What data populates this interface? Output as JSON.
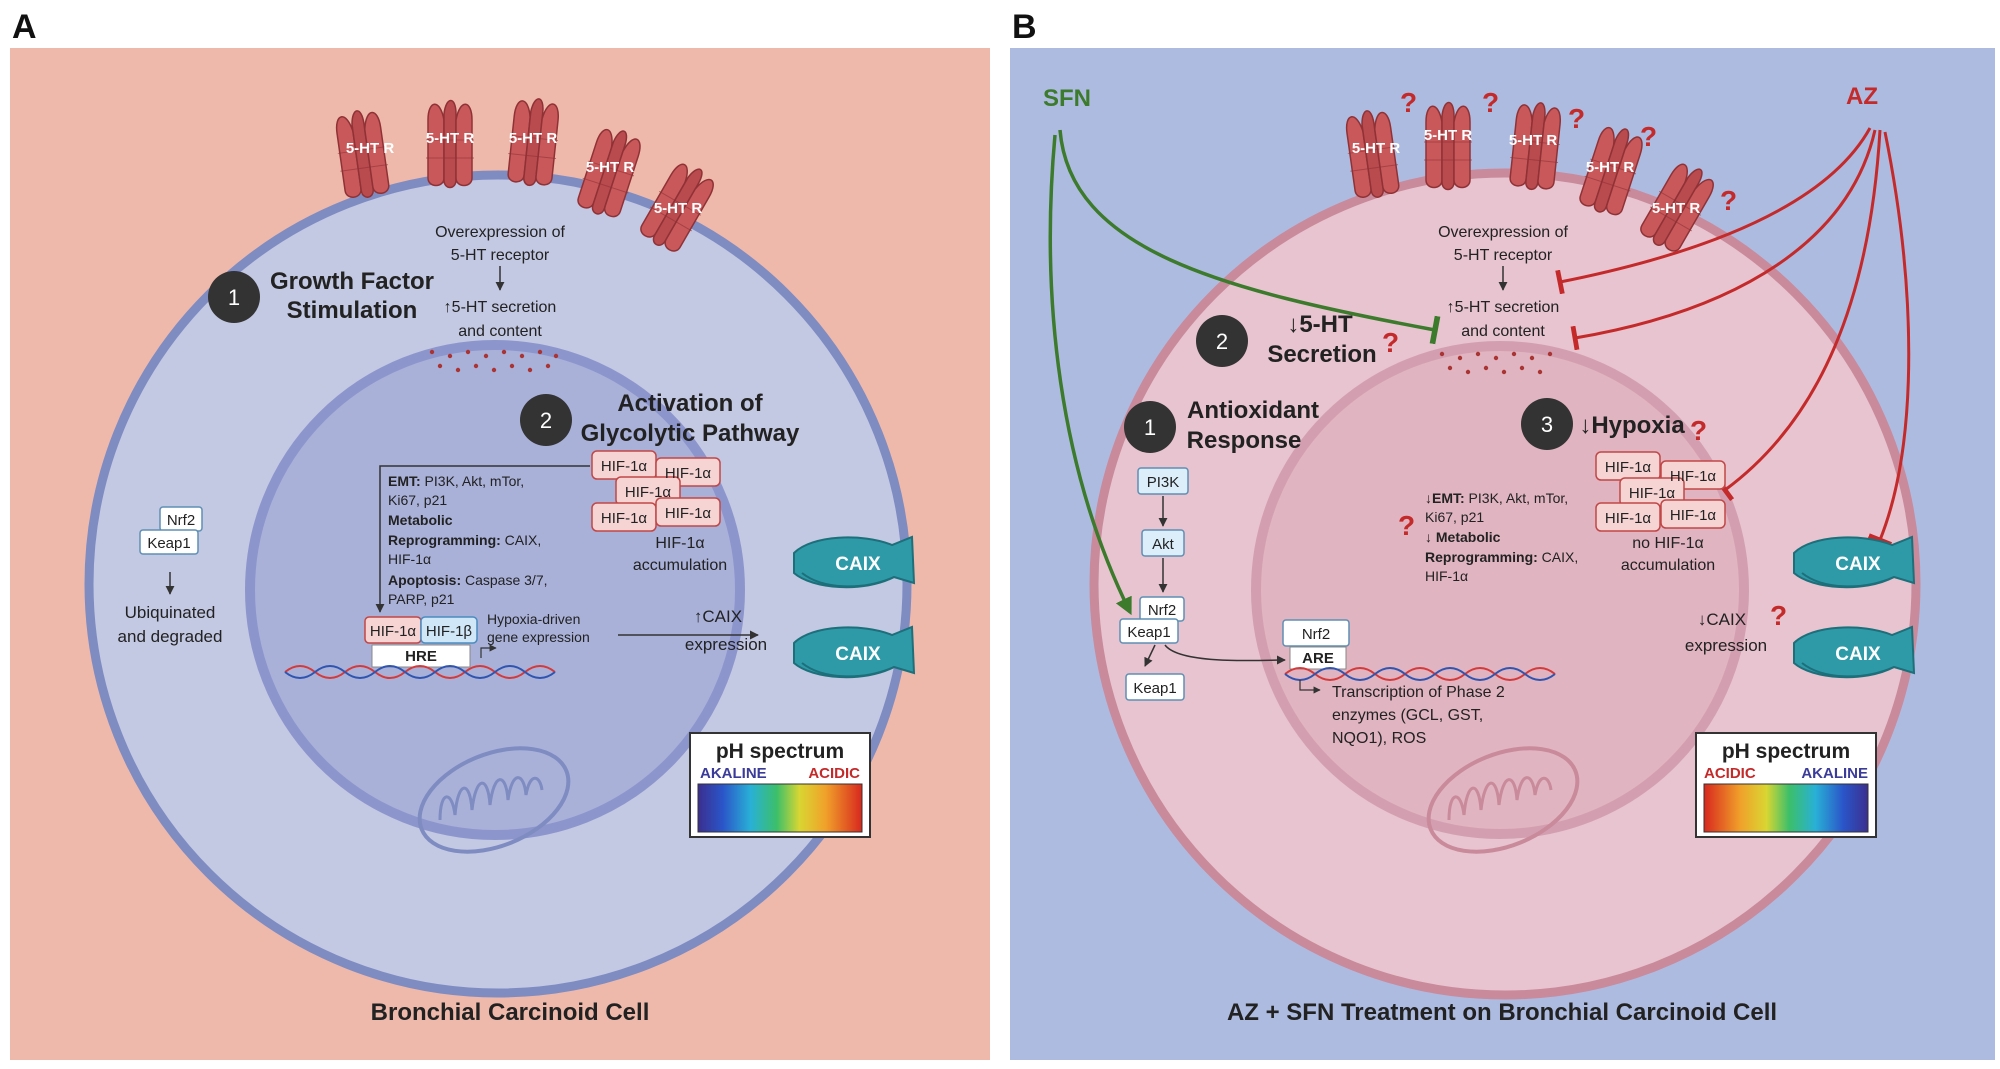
{
  "panelA": {
    "letter": "A",
    "receptor_label": "5-HT R",
    "overexpression_line1": "Overexpression of",
    "overexpression_line2": "5-HT receptor",
    "step1_num": "1",
    "step1_line1": "Growth Factor",
    "step1_line2": "Stimulation",
    "secretion_line1": "↑5-HT secretion",
    "secretion_line2": "and content",
    "step2_num": "2",
    "step2_line1": "Activation of",
    "step2_line2": "Glycolytic Pathway",
    "hif1a": "HIF-1α",
    "hif1b": "HIF-1β",
    "accumulation": "HIF-1α",
    "accumulation_line2": "accumulation",
    "emt_head": "EMT:",
    "emt_text": " PI3K, Akt, mTor,",
    "emt_line2": "Ki67, p21",
    "metabolic_line1": "Metabolic",
    "metabolic_line2": "Reprogramming:",
    "metabolic_text": " CAIX,",
    "metabolic_line3": "HIF-1α",
    "apoptosis_head": "Apoptosis:",
    "apoptosis_text": " Caspase 3/7,",
    "apoptosis_line2": "PARP, p21",
    "nrf2": "Nrf2",
    "keap1": "Keap1",
    "ubiq_line1": "Ubiquinated",
    "ubiq_line2": "and degraded",
    "hre": "HRE",
    "hypoxia_line1": "Hypoxia-driven",
    "hypoxia_line2": "gene expression",
    "caix_expr_line1": "↑CAIX",
    "caix_expr_line2": "expression",
    "caix": "CAIX",
    "ph_title": "pH spectrum",
    "ph_left": "AKALINE",
    "ph_right": "ACIDIC",
    "cell_title": "Bronchial Carcinoid Cell"
  },
  "panelB": {
    "letter": "B",
    "sfn": "SFN",
    "az": "AZ",
    "receptor_label": "5-HT R",
    "question": "?",
    "overexpression_line1": "Overexpression of",
    "overexpression_line2": "5-HT receptor",
    "secretion_line1": "↑5-HT secretion",
    "secretion_line2": "and content",
    "step2_num": "2",
    "step2_line1": "↓5-HT",
    "step2_line2": "Secretion",
    "step1_num": "1",
    "step1_line1": "Antioxidant",
    "step1_line2": "Response",
    "step3_num": "3",
    "step3_label": "↓Hypoxia",
    "pi3k": "PI3K",
    "akt": "Akt",
    "nrf2": "Nrf2",
    "keap1": "Keap1",
    "are": "ARE",
    "transcription_line1": "Transcription of Phase 2",
    "transcription_line2": "enzymes (GCL, GST,",
    "transcription_line3": "NQO1), ROS",
    "emt_head": "↓EMT:",
    "emt_text": " PI3K, Akt, mTor,",
    "emt_line2": "Ki67, p21",
    "metabolic_head": "↓ Metabolic",
    "metabolic_line2": "Reprogramming:",
    "metabolic_text": " CAIX,",
    "metabolic_line3": "HIF-1α",
    "hif1a": "HIF-1α",
    "no_accum_line1": "no HIF-1α",
    "no_accum_line2": "accumulation",
    "caix_expr_line1": "↓CAIX",
    "caix_expr_line2": "expression",
    "caix": "CAIX",
    "ph_title": "pH spectrum",
    "ph_left": "ACIDIC",
    "ph_right": "AKALINE",
    "cell_title": "AZ + SFN Treatment on Bronchial Carcinoid Cell"
  },
  "colors": {
    "panelA_bg": "#eeb9ab",
    "panelB_bg": "#aebbe0",
    "cellA": "#c3c8e3",
    "cellB": "#e7c4cf",
    "receptor": "#c9585a",
    "caix": "#2e9aa8",
    "sfn_green": "#3c7a2c",
    "az_red": "#c42a2a"
  }
}
